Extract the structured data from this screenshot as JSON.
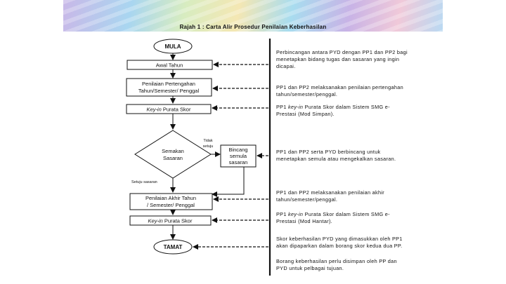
{
  "title": "Rajah 1 : Carta Alir Prosedur Penilaian Keberhasilan",
  "flow": {
    "mula": "MULA",
    "awal_tahun": "Awal Tahun",
    "pertengahan_line1": "Penilaian Pertengahan",
    "pertengahan_line2": "Tahun/Semester/ Penggal",
    "keyin1_prefix": "Key-in",
    "keyin1_suffix": " Purata Skor",
    "semakan_line1": "Semakan",
    "semakan_line2": "Sasaran",
    "tidak_line1": "Tidak",
    "tidak_line2": "setuju",
    "bincang_line1": "Bincang",
    "bincang_line2": "semula",
    "bincang_line3": "sasaran",
    "setuju": "Setuju sasaran",
    "akhir_line1": "Penilaian Akhir Tahun",
    "akhir_line2": "/ Semester/ Penggal",
    "keyin2_prefix": "Key-in",
    "keyin2_suffix": " Purata Skor",
    "tamat": "TAMAT"
  },
  "descriptions": {
    "d1": "Perbincangan antara PYD dengan PP1 dan PP2 bagi menetapkan bidang tugas dan sasaran yang ingin dicapai.",
    "d2": "PP1 dan PP2 melaksanakan penilaian pertengahan tahun/semester/penggal.",
    "d3_pre": "PP1 ",
    "d3_key": "key-in",
    "d3_post": " Purata Skor dalam Sistem SMG e-Prestasi (Mod Simpan).",
    "d4": "PP1 dan PP2 serta PYD berbincang untuk menetapkan semula atau mengekalkan sasaran.",
    "d5": "PP1 dan PP2 melaksanakan penilaian akhir tahun/semester/penggal.",
    "d6_pre": "PP1 ",
    "d6_key": "key-in",
    "d6_post": " Purata Skor dalam Sistem SMG e-Prestasi (Mod Hantar).",
    "d7": "Skor keberhasilan PYD yang dimasukkan oleh PP1 akan dipaparkan dalam borang skor kedua dua PP.",
    "d8": "Borang keberhasilan perlu disimpan oleh PP dan PYD untuk pelbagai tujuan."
  }
}
